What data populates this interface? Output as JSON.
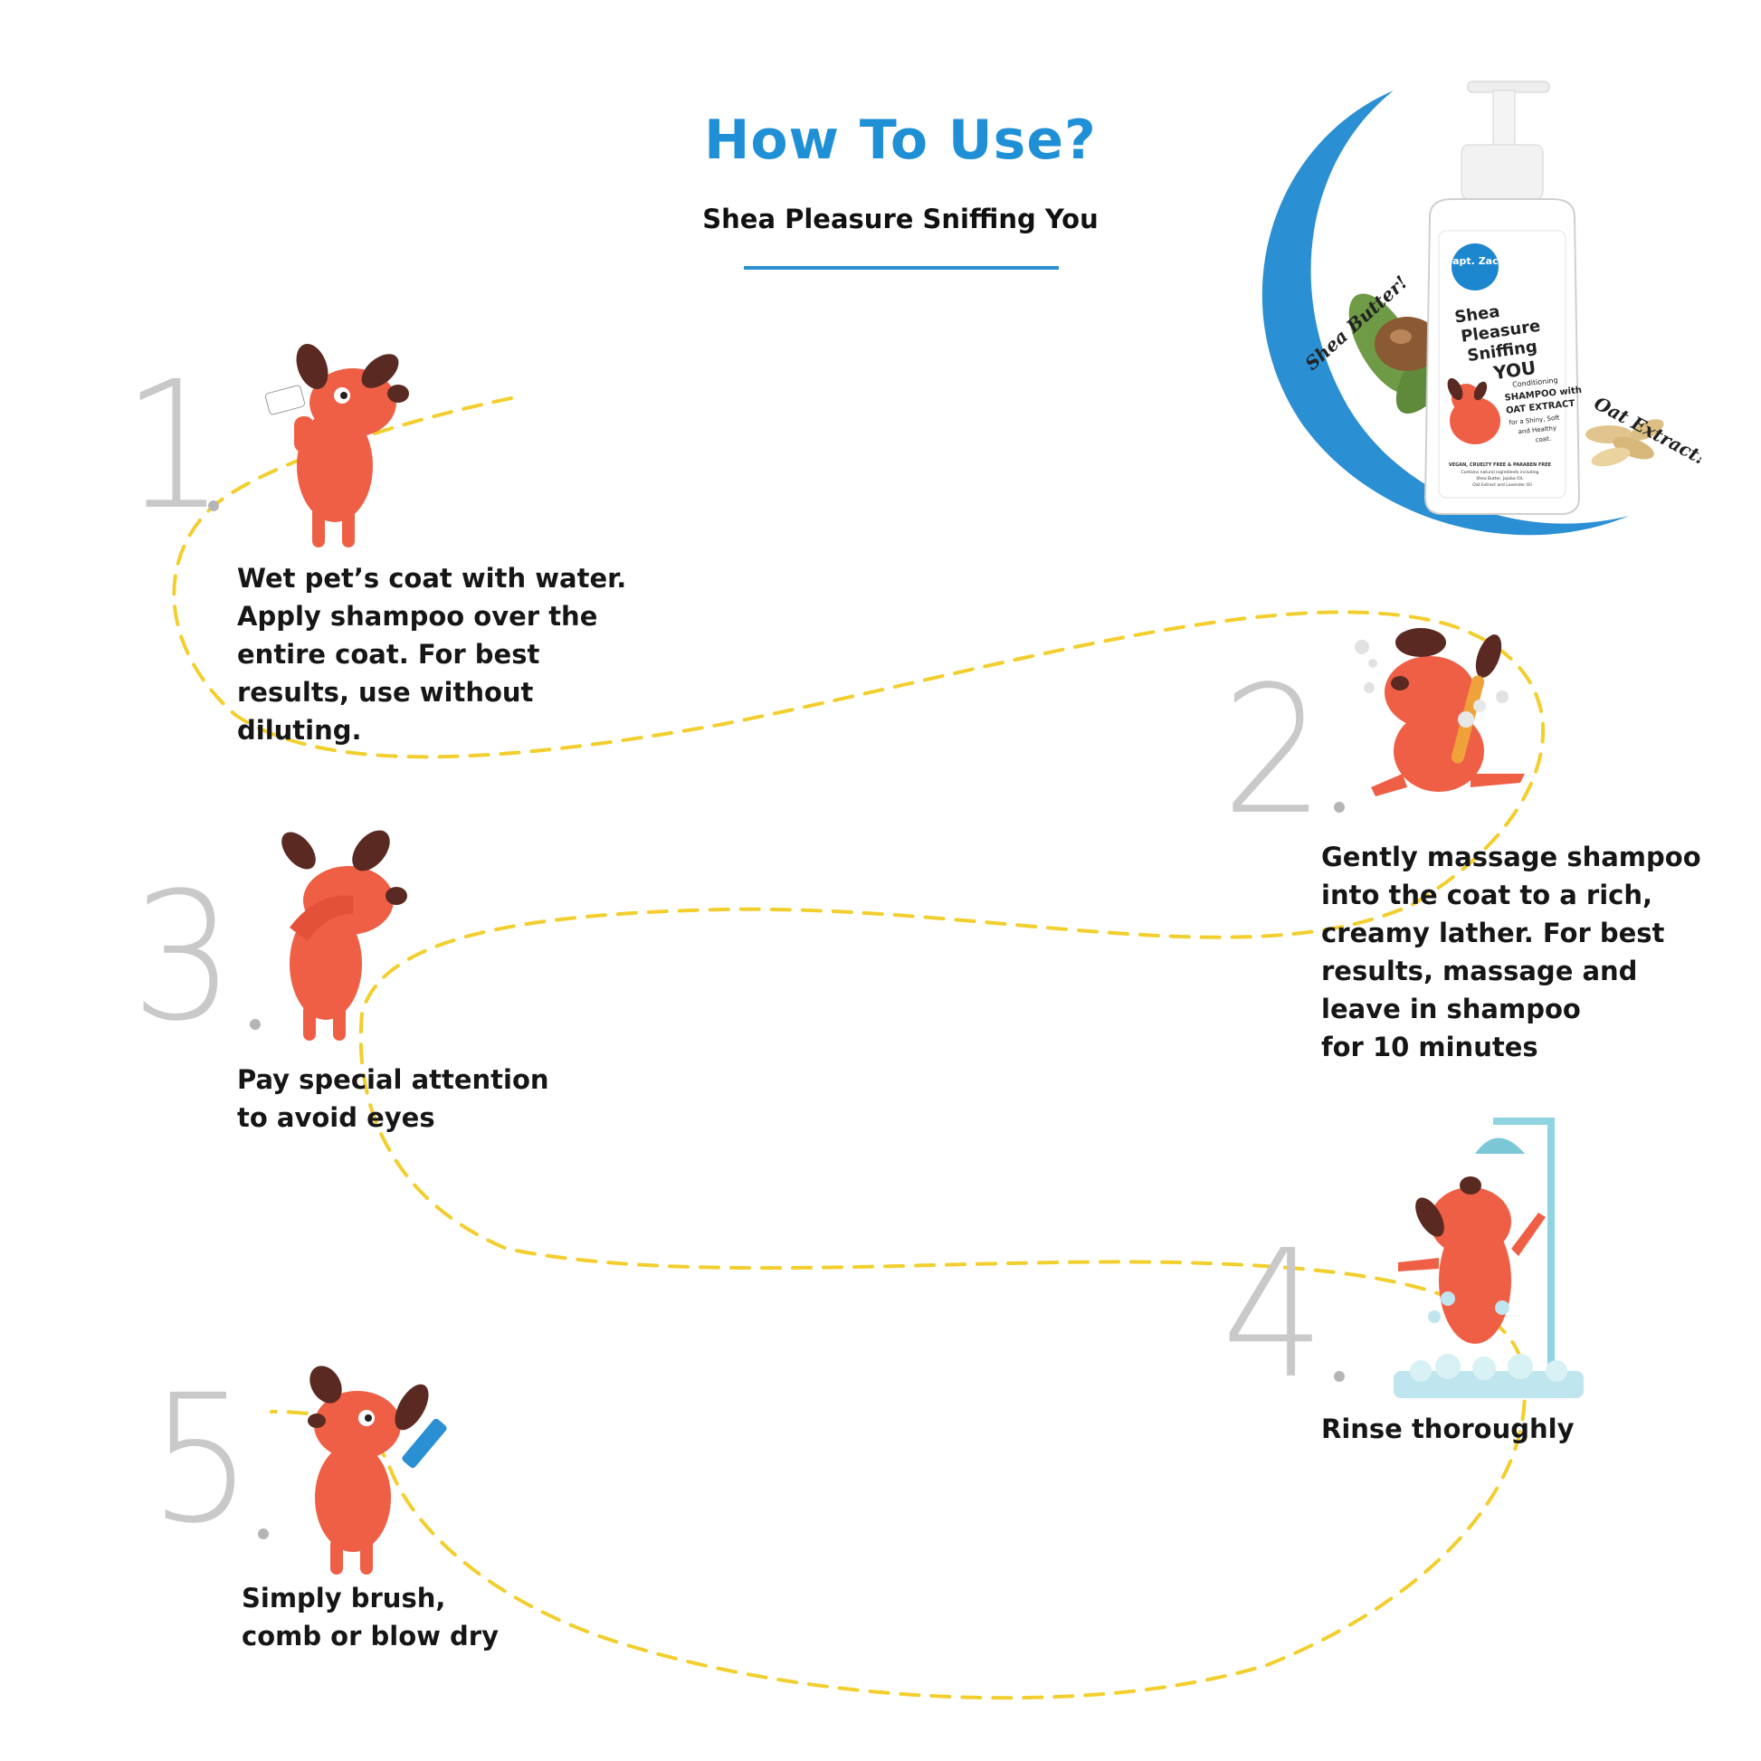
{
  "header": {
    "title": "How To Use?",
    "subtitle": "Shea Pleasure Sniffing You"
  },
  "product": {
    "brand": "Capt. Zack",
    "name_lines": [
      "Shea",
      "Pleasure",
      "Sniffing",
      "YOU"
    ],
    "description_lines": [
      "Conditioning",
      "SHAMPOO with",
      "OAT EXTRACT",
      "for a Shiny, Soft",
      "and Healthy",
      "coat."
    ],
    "footer_lines": [
      "VEGAN, CRUELTY FREE & PARABEN FREE",
      "Contains natural ingredients including",
      "Shea Butter, Jojoba Oil,",
      "Oat Extract and Lavender Oil"
    ],
    "callout_left": "Shea Butter!",
    "callout_right": "Oat Extract!"
  },
  "steps": [
    {
      "number": "1",
      "lines": [
        "Wet pet’s coat with water.",
        "Apply shampoo over the",
        "entire coat. For best",
        "results, use without",
        "diluting."
      ]
    },
    {
      "number": "2",
      "lines": [
        "Gently massage shampoo",
        "into the coat to a rich,",
        "creamy lather. For best",
        "results, massage and",
        "leave in shampoo",
        "for 10 minutes"
      ]
    },
    {
      "number": "3",
      "lines": [
        "Pay special attention",
        "to avoid eyes"
      ]
    },
    {
      "number": "4",
      "lines": [
        "Rinse thoroughly"
      ]
    },
    {
      "number": "5",
      "lines": [
        "Simply brush,",
        "comb or blow dry"
      ]
    }
  ],
  "colors": {
    "title": "#1f8fd6",
    "path": "#f2cf2e",
    "dog": "#ef5f45",
    "ear": "#5a2a22",
    "number": "#c9c9c9",
    "crescent": "#2b8fd3"
  }
}
